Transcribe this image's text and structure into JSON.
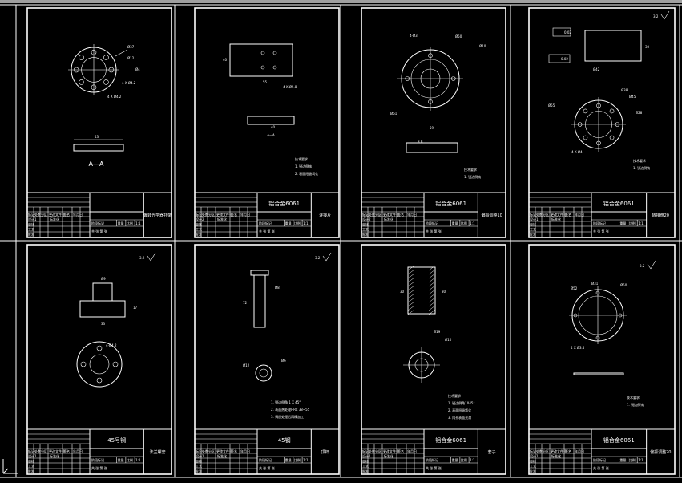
{
  "window": {
    "top_strip_color": "#a0a0a0"
  },
  "colors": {
    "background": "#000000",
    "lines": "#ffffff"
  },
  "sheets": [
    {
      "id": "sheet-1",
      "material": "",
      "part_name": "偏转光学器托架",
      "scale": "1:1",
      "section_label": "A—A",
      "dims": {
        "d1": "Ø37",
        "d2": "Ø12",
        "d3": "Ø4",
        "d4": "4 X Ø4.2",
        "w": "43"
      },
      "qty": "1",
      "row_no": "1"
    },
    {
      "id": "sheet-2",
      "material": "铝合金6061",
      "part_name": "连接片",
      "scale": "1:1",
      "section_label": "A—A",
      "dims": {
        "h": "40",
        "w": "55",
        "hole": "4 X Ø5.8",
        "len": "40"
      },
      "notes": [
        "技术要求",
        "1. 锐边倒钝",
        "2. 表面阳极氧化"
      ],
      "qty": "2",
      "row_no": "2"
    },
    {
      "id": "sheet-3",
      "material": "铝合金6061",
      "part_name": "偏振调整10",
      "scale": "1:1",
      "dims": {
        "d1": "4-Ø3",
        "d2": "Ø50",
        "d3": "Ø10",
        "d4": "Ø61",
        "w1": "59",
        "w2": "3.8"
      },
      "notes": [
        "技术要求",
        "1. 锐边倒钝"
      ],
      "qty": "2",
      "row_no": "2"
    },
    {
      "id": "sheet-4",
      "material": "铝合金6061",
      "part_name": "转接盘20",
      "scale": "1:1",
      "dims": {
        "d1": "Ø55",
        "d2": "Ø38",
        "d3": "Ø45",
        "d4": "Ø28",
        "hole": "4 X Ø4",
        "h": "30",
        "w": "Ø42",
        "tol1": "0.02",
        "tol2": "0.02"
      },
      "notes": [
        "技术要求",
        "1. 锐边倒钝"
      ],
      "roughness": "3.2",
      "qty": "1",
      "row_no": "1"
    },
    {
      "id": "sheet-5",
      "material": "45号钢",
      "part_name": "法兰螺套",
      "scale": "1:1",
      "dims": {
        "w": "33",
        "h": "17",
        "top": "Ø9",
        "hole": "4-Ø4.2"
      },
      "roughness": "3.2",
      "qty": "1",
      "row_no": "1"
    },
    {
      "id": "sheet-6",
      "material": "45钢",
      "part_name": "顶杆",
      "scale": "1:1",
      "dims": {
        "len": "72",
        "d1": "Ø8",
        "d2": "Ø12",
        "d3": "Ø6"
      },
      "notes": [
        "1. 锐边倒角 1 X 45°",
        "2. 表面热处理HRC 38~55",
        "3. 调质处理后再精加工"
      ],
      "roughness": "3.2",
      "qty": "1",
      "row_no": "1"
    },
    {
      "id": "sheet-7",
      "material": "铝合金6061",
      "part_name": "套子",
      "scale": "1:1",
      "dims": {
        "h1": "30",
        "h2": "30",
        "d1": "Ø19",
        "d2": "Ø10"
      },
      "notes": [
        "技术要求",
        "1. 锐边倒角1X45°",
        "2. 表面阳极氧化",
        "3. 内孔表面光滑"
      ],
      "qty": "1",
      "row_no": "1"
    },
    {
      "id": "sheet-8",
      "material": "铝合金6061",
      "part_name": "偏振调整20",
      "scale": "1:1",
      "dims": {
        "d1": "Ø52",
        "d2": "Ø31",
        "d3": "Ø50",
        "hole": "4 X Ø3.5"
      },
      "notes": [
        "技术要求",
        "1. 锐边倒钝"
      ],
      "roughness": "3.2",
      "qty": "1",
      "row_no": "1"
    }
  ],
  "title_block": {
    "headers": [
      "标记",
      "处数",
      "分区",
      "更改文件号",
      "签名",
      "年月日"
    ],
    "row_labels": [
      "设计",
      "审核",
      "工艺",
      "批准"
    ],
    "fields": [
      "阶段标记",
      "重量",
      "比例"
    ],
    "std": "标准化",
    "share": "共 张 第 张"
  }
}
